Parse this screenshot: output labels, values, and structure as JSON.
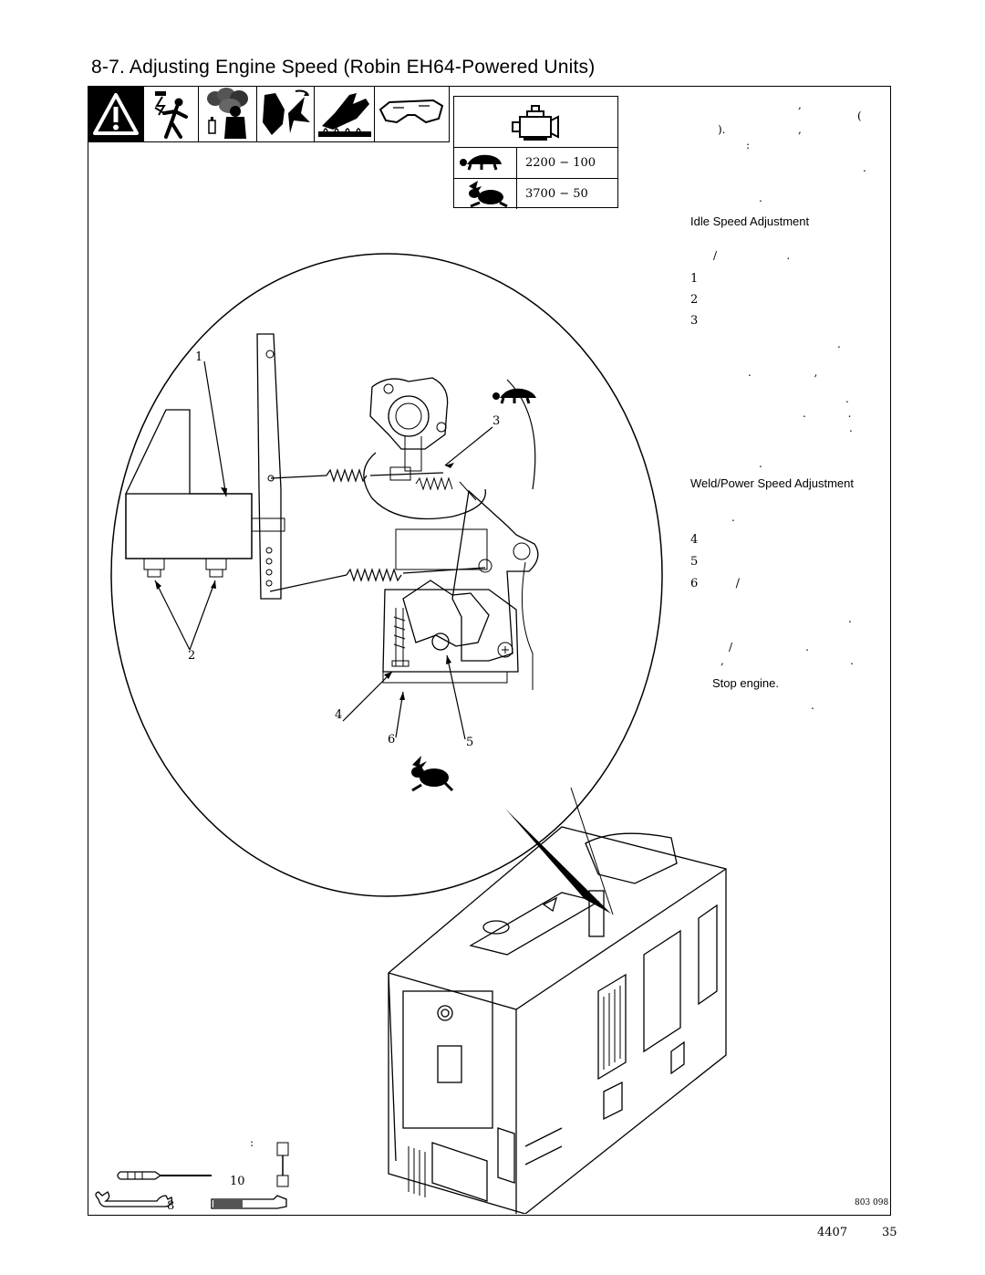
{
  "title": "8-7.   Adjusting Engine Speed (Robin EH64-Powered Units)",
  "speed_table": {
    "idle_value": "2200 − 100",
    "weld_value": "3700 − 50"
  },
  "text_column": {
    "p1_comma": ",",
    "p1_paren": "(",
    "p2": ").",
    "p2_comma": ",",
    "p3_colon": ":",
    "p4_dot": ".",
    "p5_dot": ".",
    "idle_heading": "Idle Speed Adjustment",
    "idle_intro": "/                    .",
    "step1": "1",
    "step2": "2",
    "step3": "3",
    "dot_a": ".",
    "dot_b": ".                  ,",
    "dot_c": ".",
    "dot_d": ".            .",
    "dot_e": ".",
    "dot_f": ".",
    "weld_heading": "Weld/Power Speed Adjustment",
    "weld_intro": ".",
    "step4": "4",
    "step5": "5",
    "step6": "6          /",
    "dot_g": ".",
    "slash_line": "/                     .",
    "comma_line": ",",
    "comma_dot": ".",
    "stop": "Stop engine.",
    "final_dot": "."
  },
  "callouts": [
    "1",
    "2",
    "3",
    "4",
    "5",
    "6"
  ],
  "tools": {
    "colon": ":",
    "screwdriver_size": "10",
    "wrench_size": "8"
  },
  "drawing_ref": "803 098",
  "footer": {
    "doc": "4407",
    "page": "35"
  },
  "icons": [
    "warning-icon",
    "electric-shock-icon",
    "fumes-icon",
    "moving-parts-icon",
    "hot-parts-icon",
    "safety-glasses-icon",
    "engine-icon",
    "turtle-icon",
    "rabbit-icon",
    "screwdriver-icon",
    "wrench-icon",
    "socket-wrench-icon"
  ]
}
